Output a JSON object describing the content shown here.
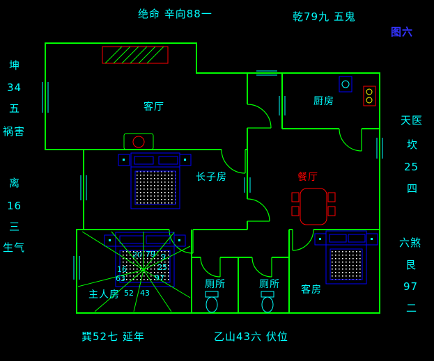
{
  "figure_label": "图六",
  "edge_labels": {
    "top_left": "绝命 辛向88一",
    "top_right": "乾79九 五鬼",
    "bottom_left": "巽52七 延年",
    "bottom_center": "乙山43六 伏位",
    "left": [
      "坤",
      "34",
      "五",
      "祸害",
      "离",
      "16",
      "三",
      "生气"
    ],
    "right": [
      "天医",
      "坎",
      "25",
      "四",
      "六煞",
      "艮",
      "97",
      "二"
    ]
  },
  "rooms": {
    "living": "客厅",
    "kitchen": "厨房",
    "eldest_son": "长子房",
    "dining": "餐厅",
    "master": "主人房",
    "toilet_left": "厕所",
    "toilet_right": "厕所",
    "guest": "客房"
  },
  "compass": {
    "numbers": [
      "20",
      "79",
      "9",
      "16",
      "25",
      "63",
      "97",
      "52",
      "43"
    ]
  },
  "colors": {
    "background": "#000000",
    "walls": "#00ff00",
    "text": "#00ffff",
    "accent_red": "#ff0000",
    "accent_blue": "#0000ff",
    "figure_blue": "#3333ff",
    "yellow": "#ffff00",
    "white": "#ffffff"
  }
}
